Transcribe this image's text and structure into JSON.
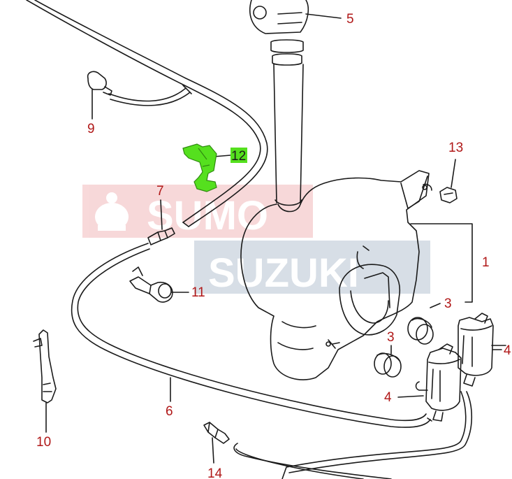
{
  "colors": {
    "line": "#1a1a1a",
    "callout": "#b01818",
    "highlight": "#55e01e",
    "highlight_dark": "#2f8a10",
    "watermark_red": "#e8474c",
    "watermark_blue": "#3d5a80"
  },
  "watermark": {
    "word1": "SUMO",
    "word2": "SUZUKI"
  },
  "callouts": {
    "c1": "1",
    "c3a": "3",
    "c3b": "3",
    "c4a": "4",
    "c4b": "4",
    "c5": "5",
    "c6": "6",
    "c7": "7",
    "c9": "9",
    "c10": "10",
    "c11": "11",
    "c12": "12",
    "c13": "13",
    "c14": "14"
  },
  "highlighted_part": "12"
}
